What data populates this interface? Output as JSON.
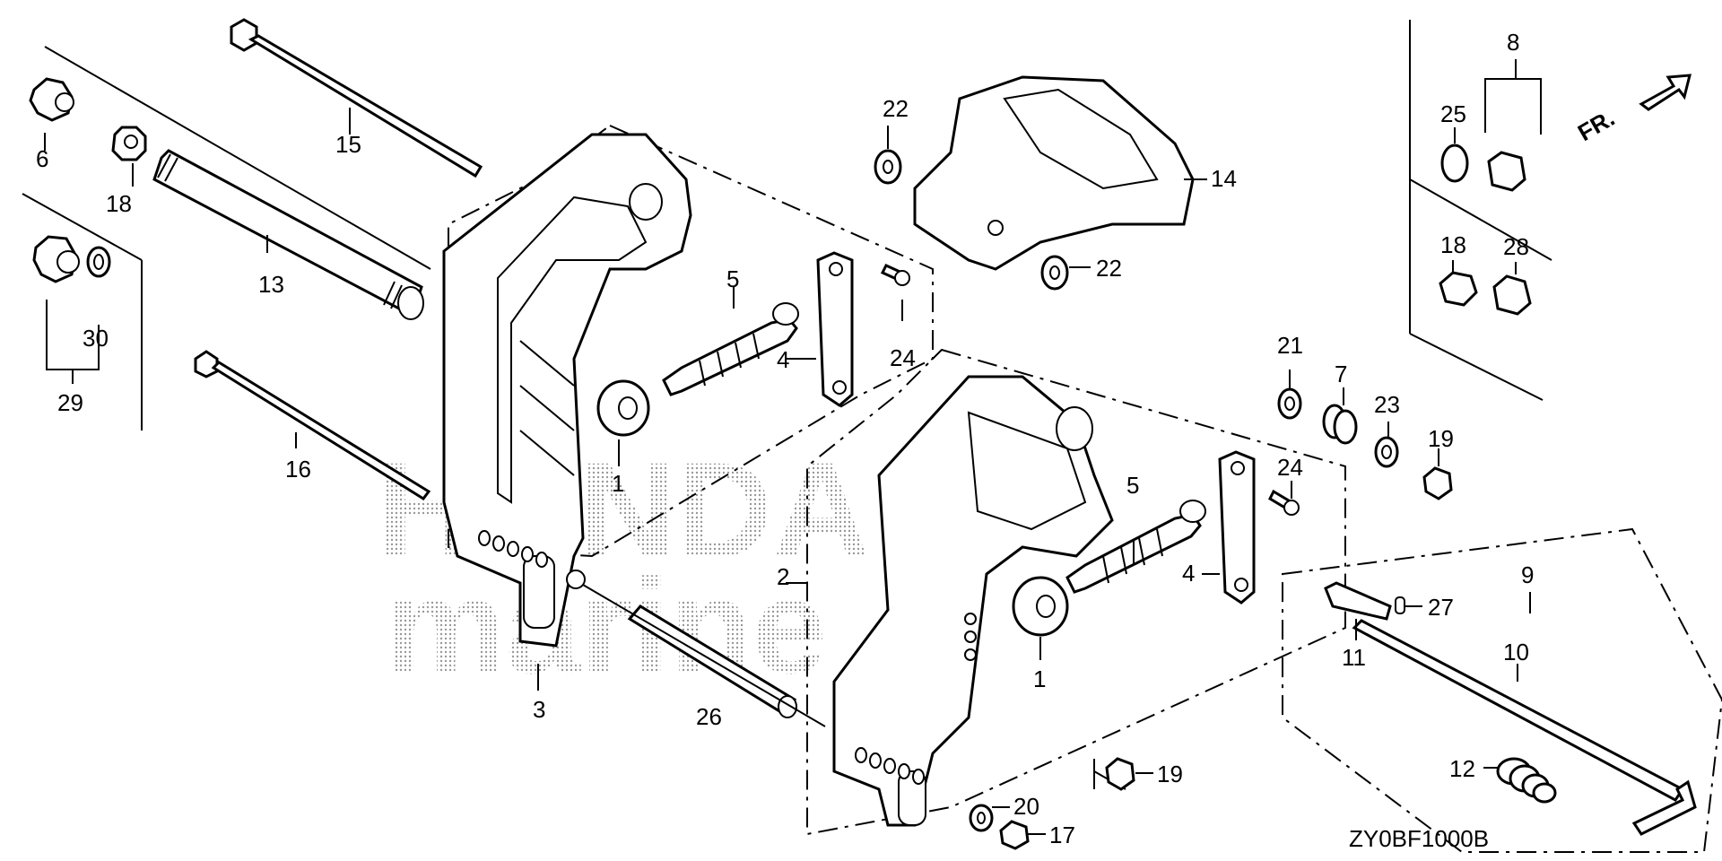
{
  "diagram": {
    "code": "ZY0BF1000B",
    "arrow_label": "FR.",
    "watermark": {
      "line1": "HONDA",
      "line2": "marine"
    },
    "callouts": [
      "1",
      "1",
      "2",
      "3",
      "4",
      "4",
      "5",
      "5",
      "6",
      "7",
      "8",
      "9",
      "10",
      "11",
      "12",
      "13",
      "14",
      "15",
      "16",
      "17",
      "18",
      "18",
      "19",
      "19",
      "20",
      "21",
      "22",
      "22",
      "23",
      "24",
      "24",
      "25",
      "26",
      "27",
      "28",
      "29",
      "30"
    ]
  }
}
